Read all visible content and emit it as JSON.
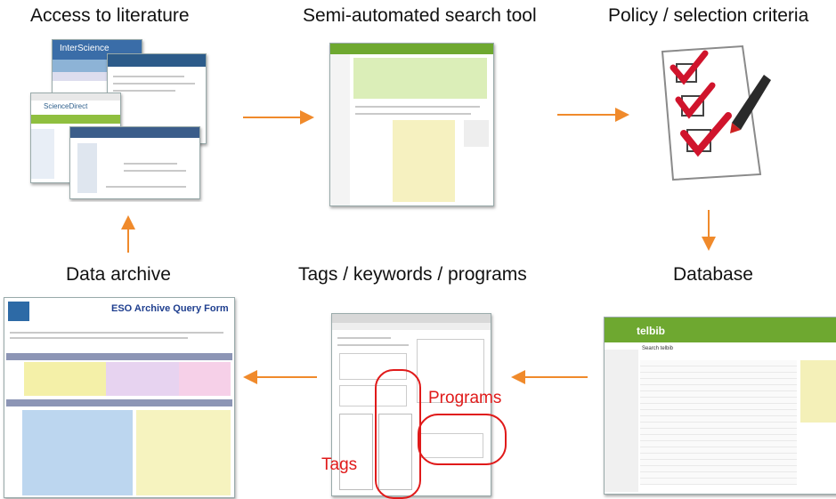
{
  "titles": {
    "access": "Access to literature",
    "search": "Semi-automated search tool",
    "policy": "Policy / selection criteria",
    "archive": "Data archive",
    "tags": "Tags / keywords / programs",
    "database": "Database"
  },
  "annotations": {
    "programs": "Programs",
    "tags": "Tags"
  },
  "screens": {
    "interscience": "InterScience",
    "sciencedirect": "ScienceDirect",
    "eso_form_title": "ESO Archive Query Form",
    "telbib": "telbib",
    "telbib_search": "Search telbib"
  },
  "colors": {
    "arrow": "#f08a2b",
    "annotation": "#e01a1a",
    "green_header": "#6ea830"
  }
}
